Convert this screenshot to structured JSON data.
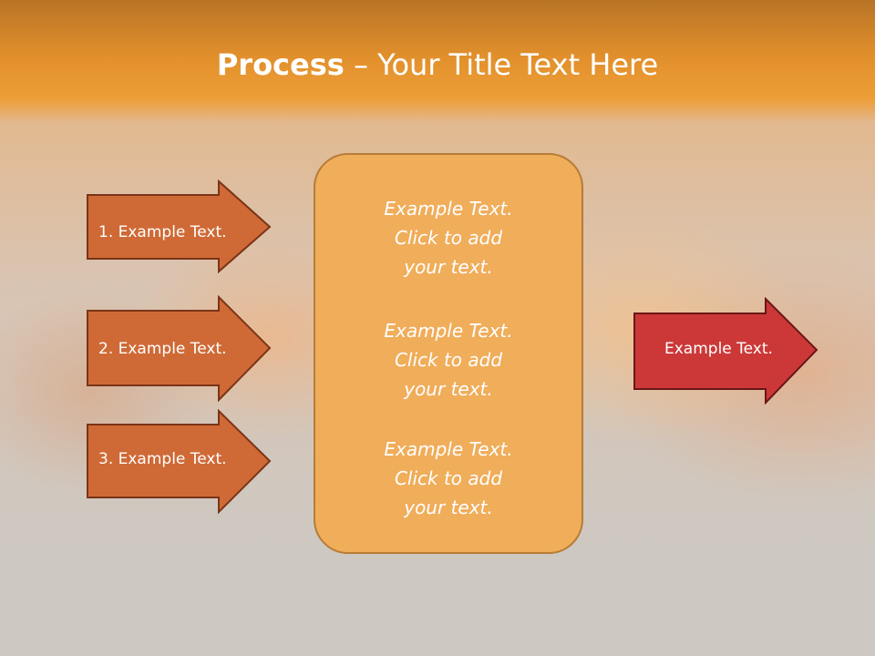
{
  "slide": {
    "title_bold": "Process",
    "title_rest": " – Your Title Text Here"
  },
  "left_arrows": [
    {
      "label": "1. Example Text."
    },
    {
      "label": "2. Example Text."
    },
    {
      "label": "3. Example Text."
    }
  ],
  "center_box": {
    "blocks": [
      {
        "line1": "Example Text.",
        "line2": "Click  to add",
        "line3": "your text."
      },
      {
        "line1": "Example Text.",
        "line2": "Click  to add",
        "line3": "your text."
      },
      {
        "line1": "Example Text.",
        "line2": "Click  to add",
        "line3": "your text."
      }
    ]
  },
  "right_arrow": {
    "label": "Example Text."
  },
  "colors": {
    "title_band": "#e18f2c",
    "left_arrow_fill": "#cf6a36",
    "center_box_fill": "#f0ad5a",
    "right_arrow_fill": "#cc3838"
  }
}
